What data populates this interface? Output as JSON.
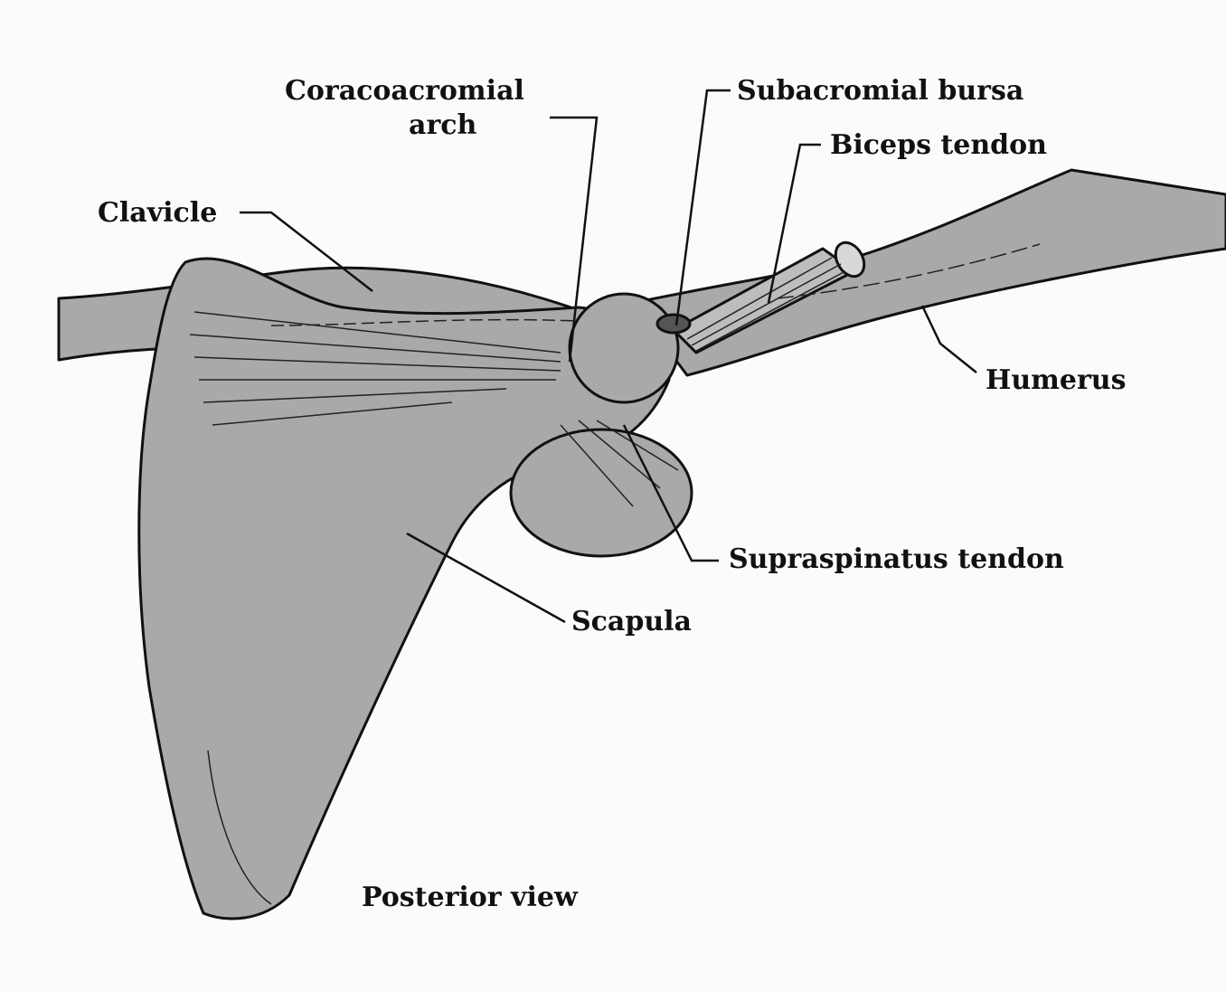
{
  "labels": {
    "coracoacromial_line1": "Coracoacromial",
    "coracoacromial_line2": "arch",
    "subacromial_bursa": "Subacromial bursa",
    "biceps_tendon": "Biceps tendon",
    "clavicle": "Clavicle",
    "humerus": "Humerus",
    "supraspinatus_tendon": "Supraspinatus tendon",
    "scapula": "Scapula"
  },
  "caption": "Posterior view",
  "colors": {
    "bone_fill": "#a9a9a9",
    "outline": "#111111",
    "background": "#fbfbfb"
  }
}
